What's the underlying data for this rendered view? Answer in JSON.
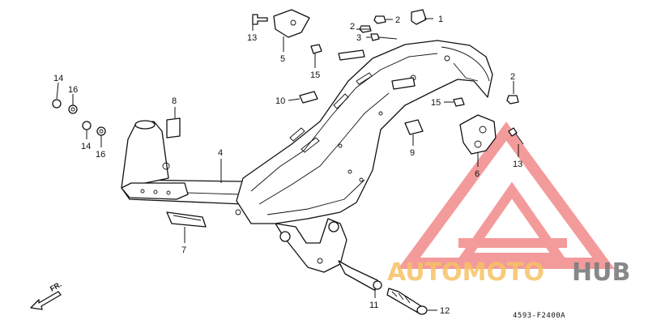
{
  "diagram": {
    "callouts": [
      {
        "id": "c1",
        "label": "1"
      },
      {
        "id": "c2a",
        "label": "2"
      },
      {
        "id": "c2b",
        "label": "2"
      },
      {
        "id": "c3",
        "label": "3"
      },
      {
        "id": "c4",
        "label": "4"
      },
      {
        "id": "c5",
        "label": "5"
      },
      {
        "id": "c6",
        "label": "6"
      },
      {
        "id": "c7",
        "label": "7"
      },
      {
        "id": "c8",
        "label": "8"
      },
      {
        "id": "c9",
        "label": "9"
      },
      {
        "id": "c10",
        "label": "10"
      },
      {
        "id": "c11",
        "label": "11"
      },
      {
        "id": "c12",
        "label": "12"
      },
      {
        "id": "c13a",
        "label": "13"
      },
      {
        "id": "c13b",
        "label": "13"
      },
      {
        "id": "c14a",
        "label": "14"
      },
      {
        "id": "c14b",
        "label": "14"
      },
      {
        "id": "c15a",
        "label": "15"
      },
      {
        "id": "c15b",
        "label": "15"
      },
      {
        "id": "c16a",
        "label": "16"
      },
      {
        "id": "c16b",
        "label": "16"
      }
    ],
    "direction_label": "FR.",
    "diagram_code": "4593-F2400A"
  },
  "watermark": {
    "text_part1": "AUTOMOTO",
    "text_part2": "HUB",
    "color_logo": "#f28a8a",
    "color_text1": "#f6c264",
    "color_text2": "#7c7c7c"
  }
}
